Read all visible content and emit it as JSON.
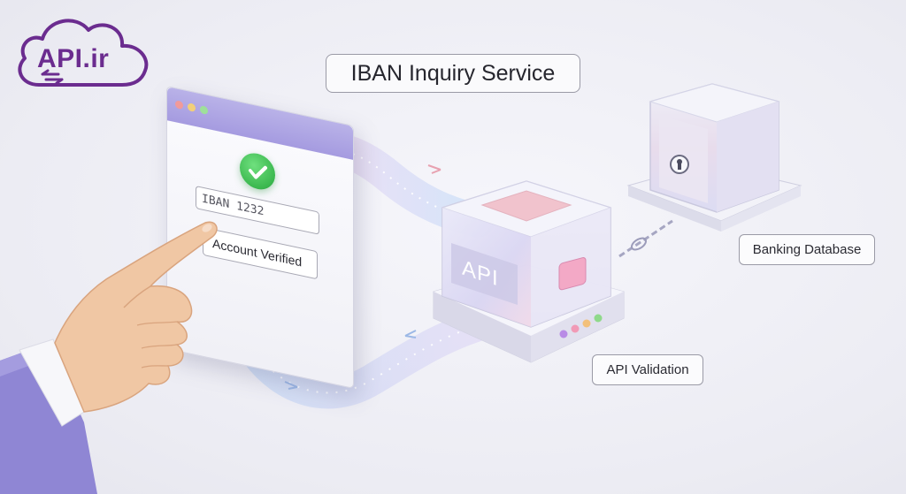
{
  "logo": {
    "text": "API.ir",
    "icon": "cloud-sync-icon"
  },
  "title": "IBAN Inquiry Service",
  "browser": {
    "window_dots": [
      "#f19a9a",
      "#f2cf7a",
      "#9ee09a"
    ],
    "iban_field_value": "IBAN 1232",
    "status_text": "Account Verified",
    "status_icon": "checkmark-icon"
  },
  "nodes": {
    "api_box_text": "API",
    "api_label": "API Validation",
    "database_label": "Banking Database",
    "database_icon": "safe-lock-icon"
  },
  "colors": {
    "brand": "#6b2c8f",
    "accent": "#a59be0",
    "success": "#3bb84f",
    "flow_pink": "#f0a6c8",
    "flow_blue": "#9ec4f0"
  }
}
